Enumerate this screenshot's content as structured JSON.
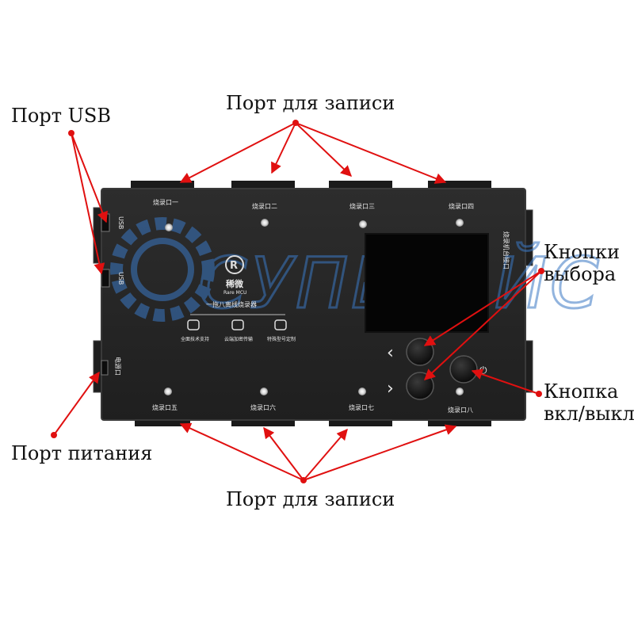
{
  "callouts": {
    "usb_port": "Порт USB",
    "write_ports_top": "Порт для записи",
    "select_buttons": [
      "Кнопки",
      "выбора"
    ],
    "power_button": [
      "Кнопка",
      "вкл/выкл"
    ],
    "power_port": "Порт питания",
    "write_ports_bottom": "Порт для записи"
  },
  "watermark": "СУПЕРАЙС",
  "device": {
    "port_labels_top": [
      "烧录口一",
      "烧录口二",
      "烧录口三",
      "烧录口四"
    ],
    "port_labels_bottom": [
      "烧录口五",
      "烧录口六",
      "烧录口七",
      "烧录口八"
    ],
    "usb_labels": [
      "USB",
      "USB"
    ],
    "power_label": "电源口",
    "right_side_label": "烧录机台接口",
    "brand_name": "稀微",
    "brand_sub": "Rare MCU",
    "product_title": "一拖八离线烧录器",
    "features": [
      "全面技术支持",
      "云端加密传输",
      "特殊型号定制"
    ],
    "nav_left": "‹",
    "nav_right": "›",
    "power_symbol": "⏻"
  },
  "colors": {
    "arrow": "#e01010",
    "device_body": "#262626",
    "device_edge": "#3a3a3a",
    "screen": "#050505",
    "watermark": "#3a78c4"
  }
}
